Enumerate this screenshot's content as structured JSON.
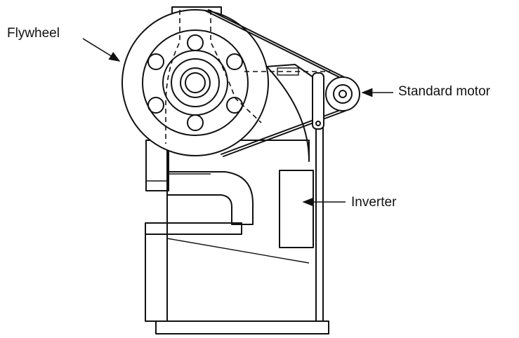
{
  "labels": {
    "flywheel": "Flywheel",
    "standard_motor": "Standard motor",
    "inverter": "Inverter"
  },
  "colors": {
    "ink": "#111111",
    "paper": "#ffffff"
  }
}
